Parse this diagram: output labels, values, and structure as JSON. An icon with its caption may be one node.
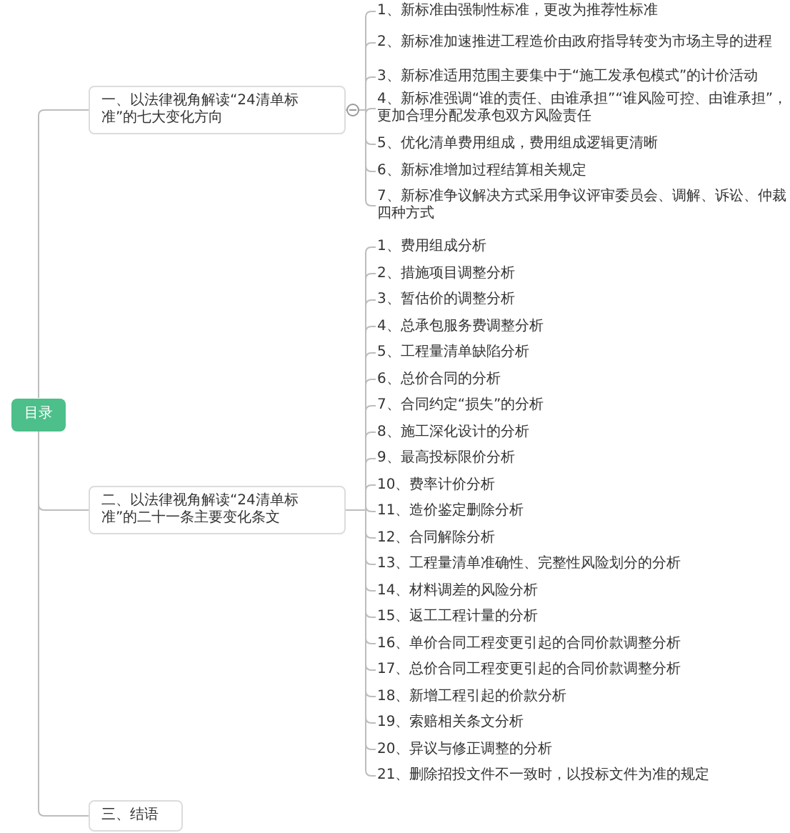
{
  "diagram": {
    "nodes": [
      {
        "text": [
          "目录"
        ]
      },
      {
        "text": [
          "一、以法律视角解读“24清单标准”的七大变化方向"
        ]
      },
      {
        "text": [
          "1、新标准由强制性标准，更改为推荐性标准"
        ]
      },
      {
        "text": [
          "2、新标准加速推进工程造价由政府指导转变为市场主导的进程"
        ]
      },
      {
        "text": [
          "3、新标准适用范围主要集中于“施工发承包模式”的计价活动"
        ]
      },
      {
        "text": [
          "4、新标准强调“谁的责任、由谁承担”“谁风险可控、由谁承担”，更加合理分配发承包双方风险责任"
        ]
      },
      {
        "text": [
          "5、优化清单费用组成，费用组成逻辑更清晰"
        ]
      },
      {
        "text": [
          "6、新标准增加过程结算相关规定"
        ]
      },
      {
        "text": [
          "7、新标准争议解决方式采用争议评审委员会、调解、诉讼、仲裁四种方式"
        ]
      },
      {
        "text": [
          "二、以法律视角解读“24清单标准”的二十一条主要变化条文"
        ]
      },
      {
        "text": [
          "1、费用组成分析"
        ]
      },
      {
        "text": [
          "2、措施项目调整分析"
        ]
      },
      {
        "text": [
          "3、暂估价的调整分析"
        ]
      },
      {
        "text": [
          "4、总承包服务费调整分析"
        ]
      },
      {
        "text": [
          "5、工程量清单缺陷分析"
        ]
      },
      {
        "text": [
          "6、总价合同的分析"
        ]
      },
      {
        "text": [
          "7、合同约定“损失”的分析"
        ]
      },
      {
        "text": [
          "8、施工深化设计的分析"
        ]
      },
      {
        "text": [
          "9、最高投标限价分析"
        ]
      },
      {
        "text": [
          "10、费率计价分析"
        ]
      },
      {
        "text": [
          "11、造价鉴定删除分析"
        ]
      },
      {
        "text": [
          "12、合同解除分析"
        ]
      },
      {
        "text": [
          "13、工程量清单准确性、完整性风险划分的分析"
        ]
      },
      {
        "text": [
          "14、材料调差的风险分析"
        ]
      },
      {
        "text": [
          "15、返工工程计量的分析"
        ]
      },
      {
        "text": [
          "16、单价合同工程变更引起的合同价款调整分析"
        ]
      },
      {
        "text": [
          "17、总价合同工程变更引起的合同价款调整分析"
        ]
      },
      {
        "text": [
          "18、新增工程引起的价款分析"
        ]
      },
      {
        "text": [
          "19、索赔相关条文分析"
        ]
      },
      {
        "text": [
          "20、异议与修正调整的分析"
        ]
      },
      {
        "text": [
          "21、删除招投文件不一致时，以投标文件为准的规定"
        ]
      },
      {
        "text": [
          "三、结语"
        ]
      }
    ],
    "edges": [
      {
        "from": 0,
        "to": 1,
        "arrow": "none"
      },
      {
        "from": 0,
        "to": 9,
        "arrow": "none"
      },
      {
        "from": 0,
        "to": 31,
        "arrow": "none"
      },
      {
        "from": 1,
        "to": 2,
        "arrow": "none"
      },
      {
        "from": 1,
        "to": 3,
        "arrow": "none"
      },
      {
        "from": 1,
        "to": 4,
        "arrow": "none"
      },
      {
        "from": 1,
        "to": 5,
        "arrow": "none"
      },
      {
        "from": 1,
        "to": 6,
        "arrow": "none"
      },
      {
        "from": 1,
        "to": 7,
        "arrow": "none"
      },
      {
        "from": 1,
        "to": 8,
        "arrow": "none"
      },
      {
        "from": 9,
        "to": 10,
        "arrow": "none"
      },
      {
        "from": 9,
        "to": 11,
        "arrow": "none"
      },
      {
        "from": 9,
        "to": 12,
        "arrow": "none"
      },
      {
        "from": 9,
        "to": 13,
        "arrow": "none"
      },
      {
        "from": 9,
        "to": 14,
        "arrow": "none"
      },
      {
        "from": 9,
        "to": 15,
        "arrow": "none"
      },
      {
        "from": 9,
        "to": 16,
        "arrow": "none"
      },
      {
        "from": 9,
        "to": 17,
        "arrow": "none"
      },
      {
        "from": 9,
        "to": 18,
        "arrow": "none"
      },
      {
        "from": 9,
        "to": 19,
        "arrow": "none"
      },
      {
        "from": 9,
        "to": 20,
        "arrow": "none"
      },
      {
        "from": 9,
        "to": 21,
        "arrow": "none"
      },
      {
        "from": 9,
        "to": 22,
        "arrow": "none"
      },
      {
        "from": 9,
        "to": 23,
        "arrow": "none"
      },
      {
        "from": 9,
        "to": 24,
        "arrow": "none"
      },
      {
        "from": 9,
        "to": 25,
        "arrow": "none"
      },
      {
        "from": 9,
        "to": 26,
        "arrow": "none"
      },
      {
        "from": 9,
        "to": 27,
        "arrow": "none"
      },
      {
        "from": 9,
        "to": 28,
        "arrow": "none"
      },
      {
        "from": 9,
        "to": 29,
        "arrow": "none"
      },
      {
        "from": 9,
        "to": 30,
        "arrow": "none"
      }
    ]
  }
}
